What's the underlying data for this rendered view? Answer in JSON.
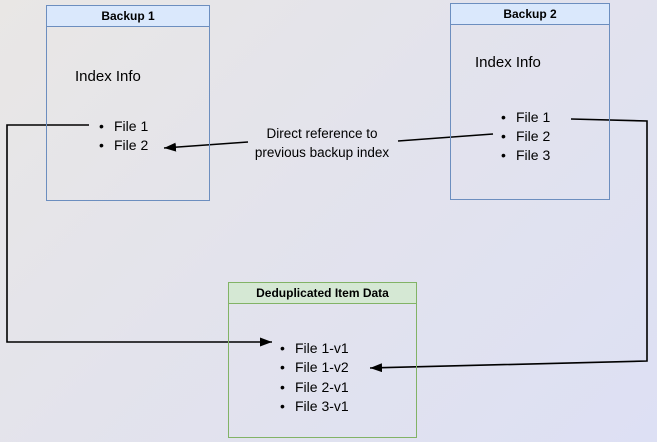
{
  "backup1": {
    "title": "Backup 1",
    "section_label": "Index Info",
    "files": [
      "File 1",
      "File 2"
    ]
  },
  "backup2": {
    "title": "Backup 2",
    "section_label": "Index Info",
    "files": [
      "File 1",
      "File 2",
      "File 3"
    ]
  },
  "deduplicated": {
    "title": "Deduplicated Item Data",
    "items": [
      "File 1-v1",
      "File 1-v2",
      "File 2-v1",
      "File 3-v1"
    ]
  },
  "annotation": {
    "line1": "Direct reference to",
    "line2": "previous backup index"
  },
  "colors": {
    "backup_header_fill": "#dae8fc",
    "backup_border": "#6c8ebf",
    "dedup_header_fill": "#d5e8d4",
    "dedup_border": "#82b366",
    "connector": "#000000"
  }
}
